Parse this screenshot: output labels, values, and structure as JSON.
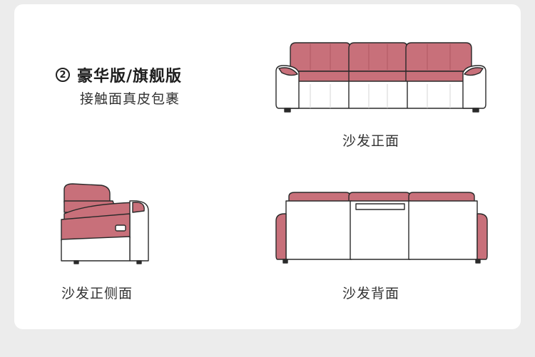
{
  "header": {
    "step": "2",
    "title": "豪华版/旗舰版",
    "subtitle": "接触面真皮包裹"
  },
  "views": {
    "front": {
      "caption": "沙发正面"
    },
    "side": {
      "caption": "沙发正侧面"
    },
    "back": {
      "caption": "沙发背面"
    }
  },
  "colors": {
    "leather": "#c8707a",
    "leather_dark": "#a9525d",
    "fabric": "#ffffff",
    "outline": "#2a2a2a",
    "card": "#ffffff",
    "background": "#ececec"
  }
}
